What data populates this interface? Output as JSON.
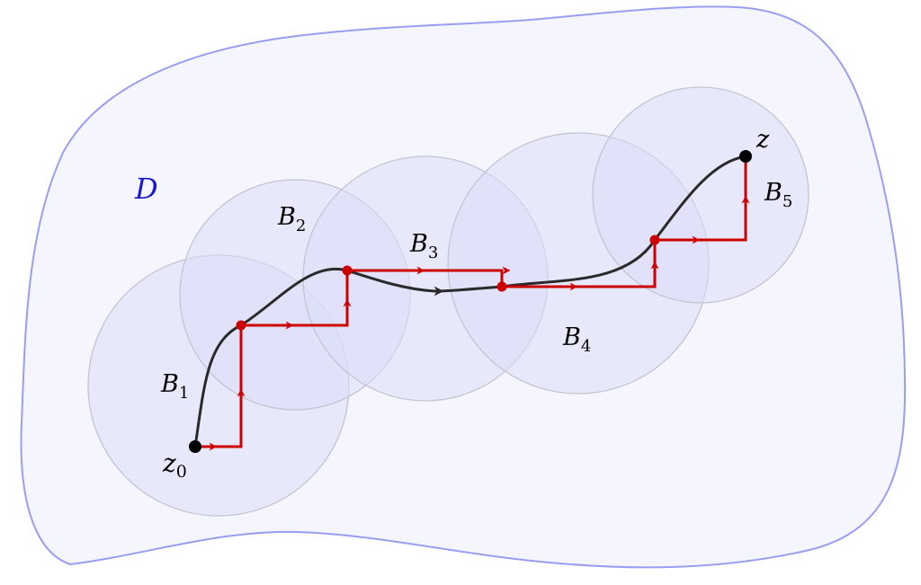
{
  "labels": {
    "domain": "D",
    "start_base": "z",
    "start_sub": "0",
    "end": "z",
    "balls": [
      {
        "base": "B",
        "sub": "1"
      },
      {
        "base": "B",
        "sub": "2"
      },
      {
        "base": "B",
        "sub": "3"
      },
      {
        "base": "B",
        "sub": "4"
      },
      {
        "base": "B",
        "sub": "5"
      }
    ]
  },
  "colors": {
    "domain_fill": "#f4f5fd",
    "domain_stroke": "#9a9ef0",
    "ball_fill": "#dcdcf8",
    "ball_stroke": "#c4c4d2",
    "curve": "#2a2a2a",
    "staircase": "#cc0000",
    "domain_label": "#1a1acc",
    "point": "#000000"
  }
}
